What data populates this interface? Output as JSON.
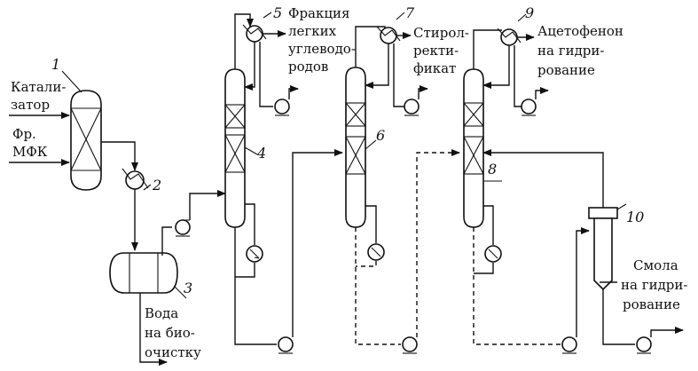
{
  "labels": {
    "n1": "1",
    "n2": "2",
    "n3": "3",
    "n4": "4",
    "n5": "5",
    "n6": "6",
    "n7": "7",
    "n8": "8",
    "n9": "9",
    "n10": "10",
    "catalyst_l1": "Катали-",
    "catalyst_l2": "затор",
    "mfk_l1": "Фр.",
    "mfk_l2": "МФК",
    "light_l1": "Фракция",
    "light_l2": "легких",
    "light_l3": "углеводо-",
    "light_l4": "родов",
    "styrene_l1": "Стирол-",
    "styrene_l2": "ректи-",
    "styrene_l3": "фикат",
    "aceto_l1": "Ацетофенон",
    "aceto_l2": "на гидри-",
    "aceto_l3": "рование",
    "water_l1": "Вода",
    "water_l2": "на био-",
    "water_l3": "очистку",
    "resin_l1": "Смола",
    "resin_l2": "на гидри-",
    "resin_l3": "рование"
  }
}
